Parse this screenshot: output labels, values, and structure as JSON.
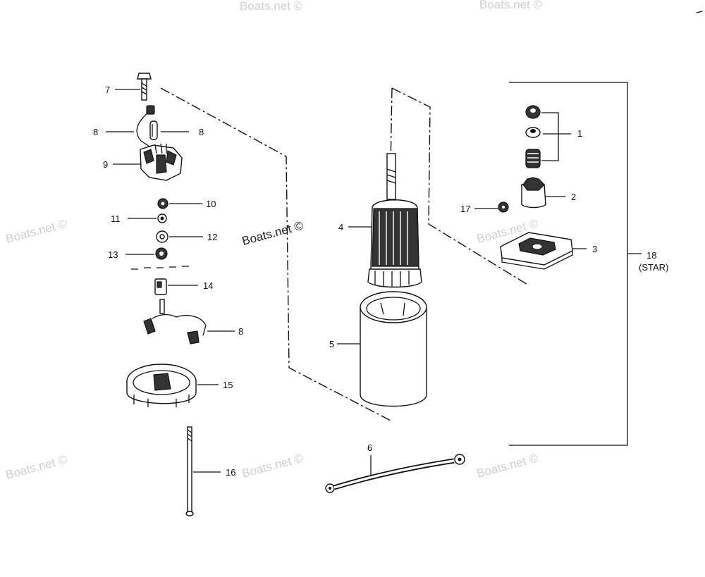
{
  "watermark": "Boats.net ©",
  "callouts": [
    {
      "id": "c7",
      "text": "7"
    },
    {
      "id": "c8a",
      "text": "8"
    },
    {
      "id": "c8b",
      "text": "8"
    },
    {
      "id": "c9",
      "text": "9"
    },
    {
      "id": "c10",
      "text": "10"
    },
    {
      "id": "c11",
      "text": "11"
    },
    {
      "id": "c12",
      "text": "12"
    },
    {
      "id": "c13",
      "text": "13"
    },
    {
      "id": "c14",
      "text": "14"
    },
    {
      "id": "c8c",
      "text": "8"
    },
    {
      "id": "c15",
      "text": "15"
    },
    {
      "id": "c16",
      "text": "16"
    },
    {
      "id": "c4",
      "text": "4"
    },
    {
      "id": "c5",
      "text": "5"
    },
    {
      "id": "c6",
      "text": "6"
    },
    {
      "id": "c1",
      "text": "1"
    },
    {
      "id": "c2",
      "text": "2"
    },
    {
      "id": "c17",
      "text": "17"
    },
    {
      "id": "c3",
      "text": "3"
    },
    {
      "id": "c18",
      "text": "18"
    },
    {
      "id": "c18sub",
      "text": "(STAR)"
    }
  ]
}
